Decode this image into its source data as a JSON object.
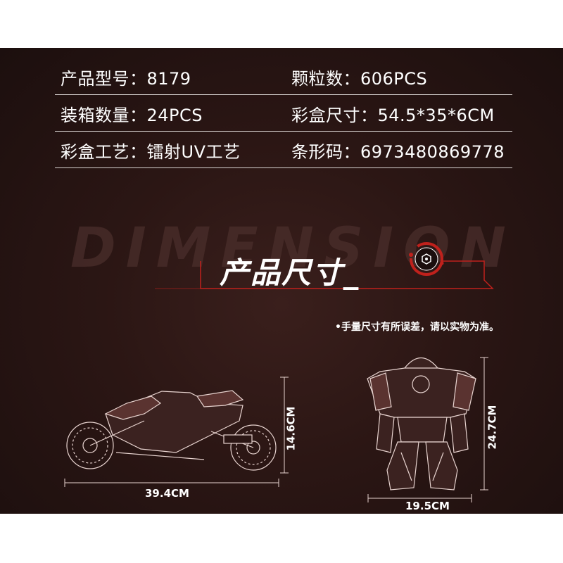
{
  "specs": {
    "model_label": "产品型号：8179",
    "count_label": "颗粒数：606PCS",
    "carton_label": "装箱数量：24PCS",
    "box_size_label": "彩盒尺寸：54.5*35*6CM",
    "box_craft_label": "彩盒工艺：镭射UV工艺",
    "barcode_label": "条形码：6973480869778"
  },
  "section": {
    "watermark": "DIMENSION",
    "title": "产品尺寸_",
    "note": "•手量尺寸有所误差，请以实物为准。"
  },
  "dimensions": {
    "motorcycle_length": "39.4CM",
    "motorcycle_height": "14.6CM",
    "robot_width": "19.5CM",
    "robot_height": "24.7CM"
  },
  "colors": {
    "accent_red": "#c0211c",
    "background": "#2b1614"
  }
}
